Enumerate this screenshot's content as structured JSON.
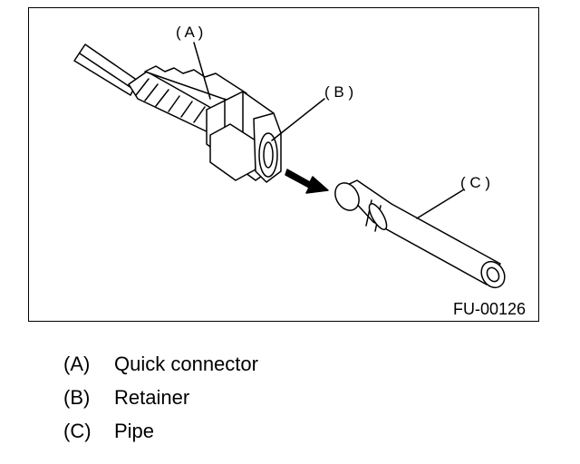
{
  "figure": {
    "id_label": "FU-00126",
    "callouts": {
      "a": "( A )",
      "b": "( B )",
      "c": "( C )"
    }
  },
  "legend": {
    "items": [
      {
        "key": "(A)",
        "label": "Quick connector"
      },
      {
        "key": "(B)",
        "label": "Retainer"
      },
      {
        "key": "(C)",
        "label": "Pipe"
      }
    ]
  }
}
